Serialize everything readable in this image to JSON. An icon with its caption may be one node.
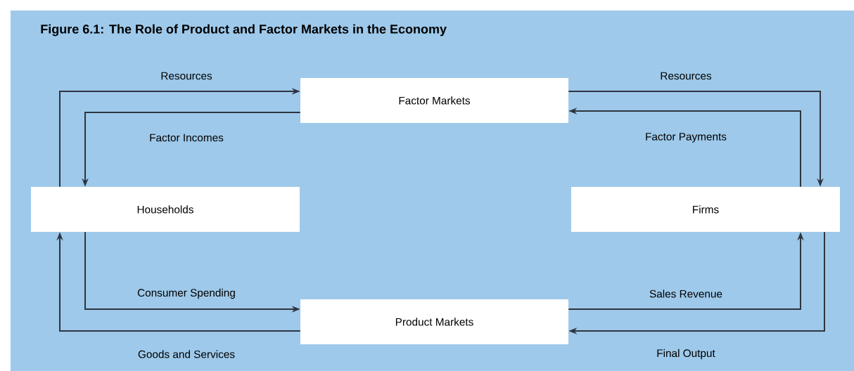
{
  "diagram": {
    "title": "Figure 6.1: The Role of Product and Factor Markets in the Economy",
    "nodes": [
      {
        "text": [
          "Factor Markets"
        ]
      },
      {
        "text": [
          "Households"
        ]
      },
      {
        "text": [
          "Firms"
        ]
      },
      {
        "text": [
          "Product Markets"
        ]
      }
    ],
    "edges": [
      {
        "from": 1,
        "to": 0,
        "arrow": "to",
        "label": "Resources"
      },
      {
        "from": 0,
        "to": 1,
        "arrow": "to",
        "label": "Factor Incomes"
      },
      {
        "from": 0,
        "to": 2,
        "arrow": "to",
        "label": "Resources"
      },
      {
        "from": 2,
        "to": 0,
        "arrow": "to",
        "label": "Factor Payments"
      },
      {
        "from": 1,
        "to": 3,
        "arrow": "to",
        "label": "Consumer Spending"
      },
      {
        "from": 3,
        "to": 1,
        "arrow": "to",
        "label": "Goods and Services"
      },
      {
        "from": 3,
        "to": 2,
        "arrow": "to",
        "label": "Sales Revenue"
      },
      {
        "from": 2,
        "to": 3,
        "arrow": "to",
        "label": "Final Output"
      }
    ]
  }
}
